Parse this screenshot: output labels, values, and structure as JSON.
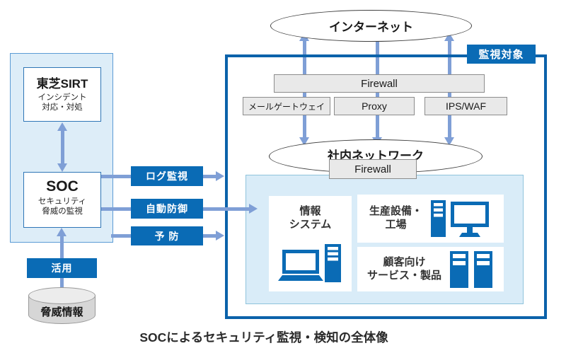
{
  "title": "SOCによるセキュリティ監視・検知の全体像",
  "internet": {
    "label": "インターネット"
  },
  "monitored": {
    "tag": "監視対象",
    "firewall_top": "Firewall",
    "gateways": [
      {
        "label": "メールゲートウェイ"
      },
      {
        "label": "Proxy"
      },
      {
        "label": "IPS/WAF"
      }
    ],
    "intranet": {
      "label": "社内ネットワーク"
    },
    "firewall_inner": "Firewall",
    "assets": [
      {
        "icon": "laptop-server",
        "label_lines": [
          "情報",
          "システム"
        ]
      },
      {
        "icon": "server-monitor",
        "label_lines": [
          "生産設備・",
          "工場"
        ]
      },
      {
        "icon": "dual-server",
        "label_lines": [
          "顧客向け",
          "サービス・製品"
        ]
      }
    ]
  },
  "left_panel": {
    "sirt": {
      "title": "東芝SIRT",
      "subtitle_lines": [
        "インシデント",
        "対応・対処"
      ]
    },
    "soc": {
      "title": "SOC",
      "subtitle_lines": [
        "セキュリティ",
        "脅威の監視"
      ]
    }
  },
  "actions": [
    {
      "label": "ログ監視"
    },
    {
      "label": "自動防御"
    },
    {
      "label": "予 防"
    }
  ],
  "utilize": {
    "label": "活用"
  },
  "threat_db": {
    "label": "脅威情報"
  },
  "colors": {
    "brand_blue": "#0a6bb5",
    "arrow_blue": "#7f9fd6",
    "panel_fill": "#ddedf8",
    "inner_fill": "#d9ecf8",
    "gray_fill": "#e9e9e9"
  }
}
